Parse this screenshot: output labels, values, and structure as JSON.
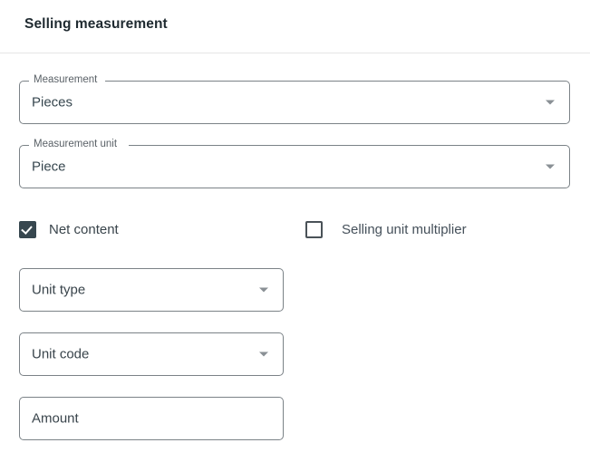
{
  "header": {
    "title": "Selling measurement"
  },
  "form": {
    "fields": [
      {
        "name": "measurement",
        "label": "Measurement",
        "value": "Pieces",
        "type": "select",
        "icon": "chevron-down-icon"
      },
      {
        "name": "measurement_unit",
        "label": "Measurement unit",
        "value": "Piece",
        "type": "select",
        "icon": "chevron-down-icon"
      },
      {
        "name": "unit_type",
        "label": "",
        "value": "",
        "placeholder": "Unit type",
        "type": "select",
        "icon": "chevron-down-icon"
      },
      {
        "name": "unit_code",
        "label": "",
        "value": "",
        "placeholder": "Unit code",
        "type": "select",
        "icon": "chevron-down-icon"
      },
      {
        "name": "amount",
        "label": "",
        "value": "",
        "placeholder": "Amount",
        "type": "text"
      }
    ],
    "checkboxes": [
      {
        "name": "net_content",
        "label": "Net content",
        "checked": true
      },
      {
        "name": "selling_unit_multiplier",
        "label": "Selling unit multiplier",
        "checked": false
      }
    ]
  },
  "colors": {
    "checkbox_checked": "#37474F",
    "field_border": "#7B8287",
    "label_text": "#5A6167",
    "value_text": "#37474F",
    "title_text": "#1F2A30",
    "divider": "#E6E6E6"
  }
}
